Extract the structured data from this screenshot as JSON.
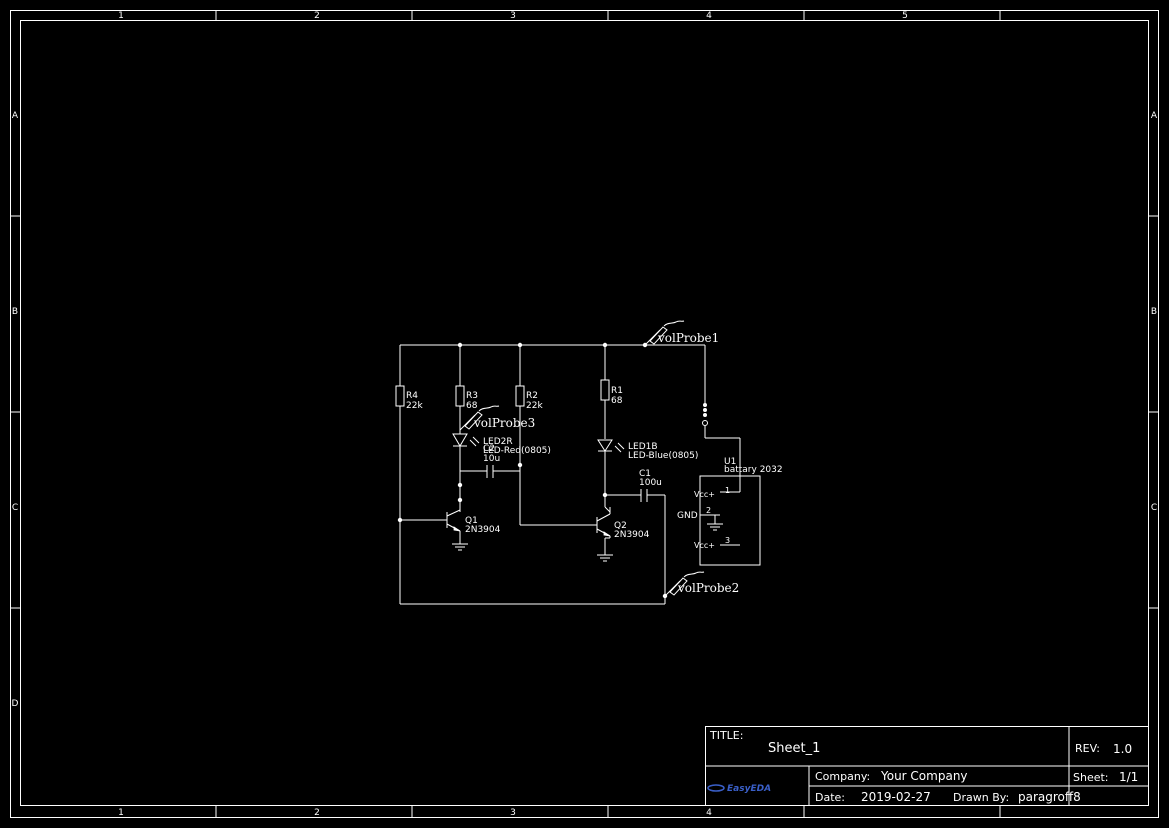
{
  "frame": {
    "columns": [
      "1",
      "2",
      "3",
      "4",
      "5"
    ],
    "rows": [
      "A",
      "B",
      "C",
      "D"
    ]
  },
  "title_block": {
    "title_label": "TITLE:",
    "title_value": "Sheet_1",
    "rev_label": "REV:",
    "rev_value": "1.0",
    "company_label": "Company:",
    "company_value": "Your Company",
    "sheet_label": "Sheet:",
    "sheet_value": "1/1",
    "date_label": "Date:",
    "date_value": "2019-02-27",
    "drawn_label": "Drawn By:",
    "drawn_value": "paragroff8",
    "logo_text": "EasyEDA",
    "logo_color": "#3a5fc8"
  },
  "components": {
    "r4": {
      "designator": "R4",
      "value": "22k"
    },
    "r3": {
      "designator": "R3",
      "value": "68"
    },
    "r2": {
      "designator": "R2",
      "value": "22k"
    },
    "r1": {
      "designator": "R1",
      "value": "68"
    },
    "led2r": {
      "designator": "LED2R",
      "value": "LED-Red(0805)"
    },
    "c2": {
      "designator": "C2",
      "value": "10u"
    },
    "led1b": {
      "designator": "LED1B",
      "value": "LED-Blue(0805)"
    },
    "c1": {
      "designator": "C1",
      "value": "100u"
    },
    "q1": {
      "designator": "Q1",
      "value": "2N3904"
    },
    "q2": {
      "designator": "Q2",
      "value": "2N3904"
    },
    "u1": {
      "designator": "U1",
      "value": "battary 2032",
      "pin1_name": "Vcc+",
      "pin1_num": "1",
      "pin2_name": "GND",
      "pin2_num": "2",
      "pin3_name": "Vcc+",
      "pin3_num": "3"
    }
  },
  "probes": {
    "p1": "volProbe1",
    "p2": "volProbe2",
    "p3": "volProbe3"
  }
}
